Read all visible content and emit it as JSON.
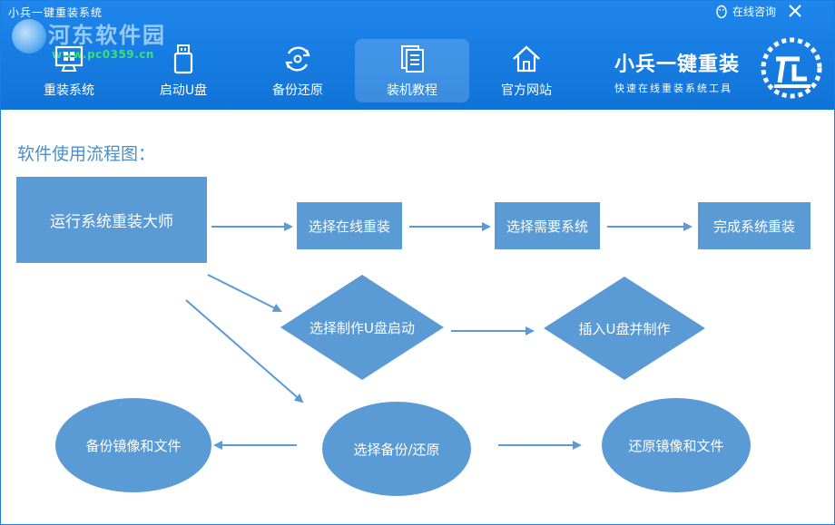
{
  "window": {
    "app_title": "小兵一键重装系统",
    "consult_label": "在线咨询"
  },
  "watermark": {
    "name": "河东软件园",
    "url": "www.pc0359.cn"
  },
  "nav": {
    "items": [
      {
        "label": "重装系统",
        "icon": "monitor-icon",
        "active": false
      },
      {
        "label": "启动U盘",
        "icon": "usb-drive-icon",
        "active": false
      },
      {
        "label": "备份还原",
        "icon": "backup-restore-icon",
        "active": false
      },
      {
        "label": "装机教程",
        "icon": "document-icon",
        "active": true
      },
      {
        "label": "官方网站",
        "icon": "home-icon",
        "active": false
      }
    ]
  },
  "brand": {
    "title": "小兵一键重装",
    "subtitle": "快速在线重装系统工具"
  },
  "main": {
    "section_title": "软件使用流程图："
  },
  "flow": {
    "start": "运行系统重装大师",
    "online_reinstall": "选择在线重装",
    "choose_system": "选择需要系统",
    "finish_reinstall": "完成系统重装",
    "make_usb": "选择制作U盘启动",
    "insert_usb": "插入U盘并制作",
    "choose_backup": "选择备份/还原",
    "backup_files": "备份镜像和文件",
    "restore_files": "还原镜像和文件"
  },
  "colors": {
    "header": "#1677e0",
    "node": "#5b9bd5",
    "arrow": "#5b9bd5",
    "title_text": "#4a90c8"
  }
}
